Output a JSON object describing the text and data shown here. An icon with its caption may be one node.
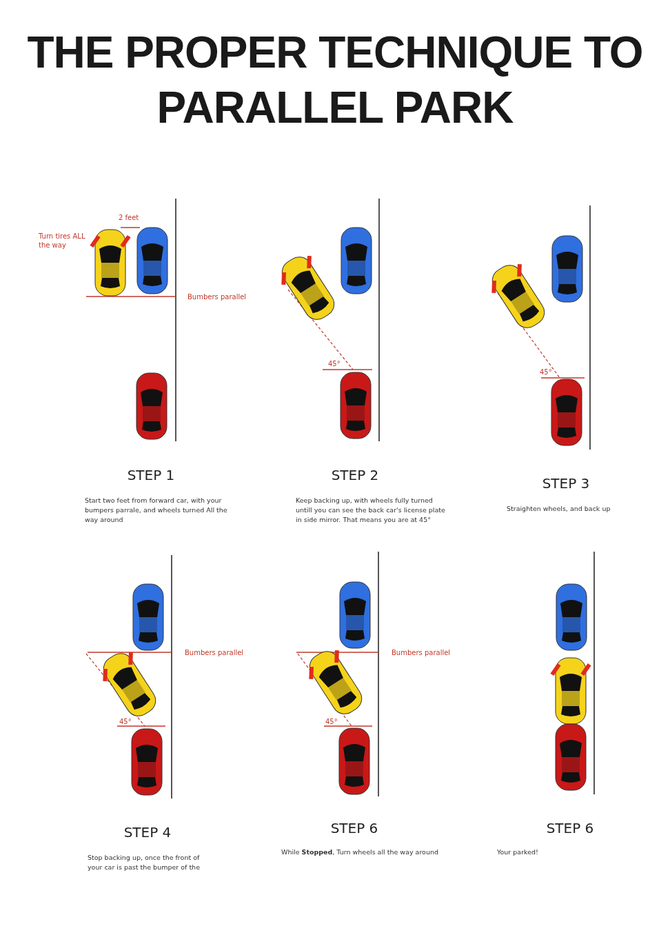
{
  "diagram": {
    "title": "THE PROPER TECHNIQUE TO PARALLEL PARK",
    "labels": [
      "2 feet",
      "Turn tires ALL the way",
      "Bumbers parallel",
      "STEP 1",
      "Start two feet from forward car, with your bumpers parrale, and wheels turned All the way around",
      "45°",
      "STEP 2",
      "Keep backing up, with wheels fully turned untill you can see the back car's license plate in side mirror. That means you are at 45°",
      "45°",
      "STEP 3",
      "Straighten wheels, and back up",
      "Bumbers parallel",
      "45°",
      "STEP 4",
      "Stop backing up, once the front of your car is past the bumper of the",
      "Bumbers parallel",
      "45°",
      "STEP 6",
      "While **Stopped**, Turn wheels all the way around",
      "STEP 6",
      "Your parked!"
    ]
  }
}
